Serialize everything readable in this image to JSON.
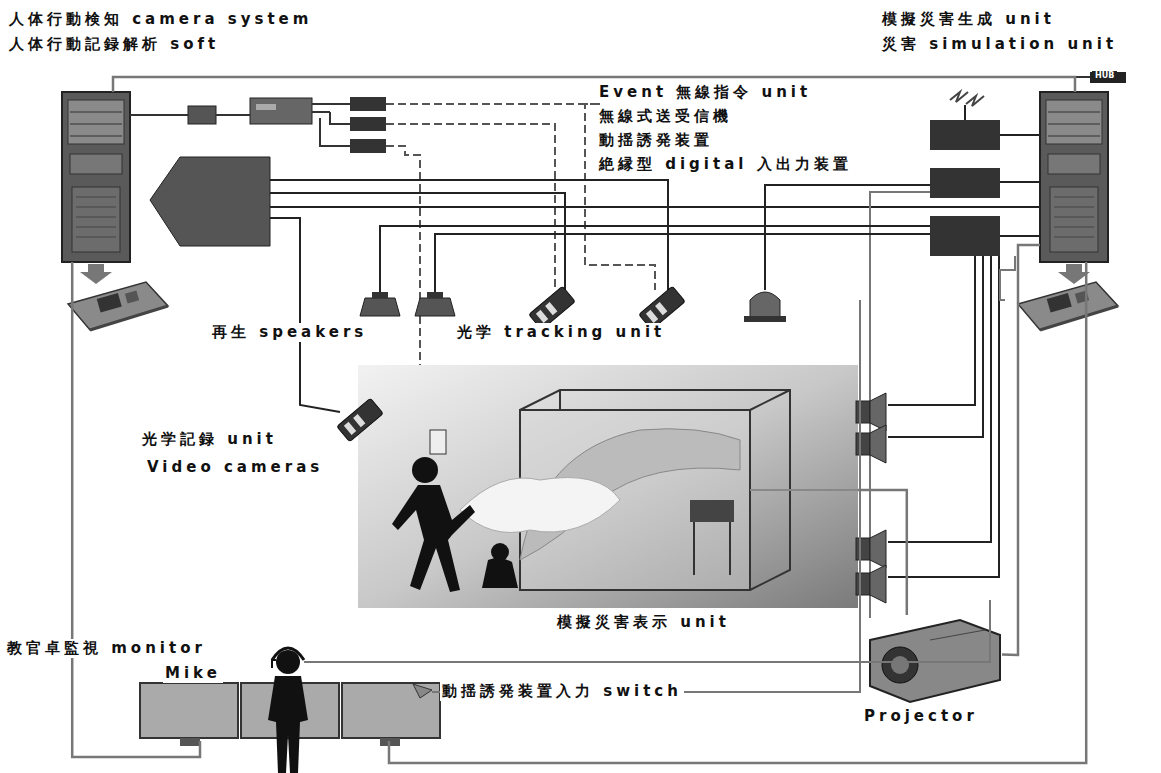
{
  "diagram": {
    "nodes": [
      {
        "text": [
          "人体行動検知 camera system",
          "人体行動記録解析 soft"
        ]
      },
      {
        "text": [
          "模擬災害生成 unit",
          "災害 simulation unit"
        ]
      },
      {
        "text": [
          "Projector"
        ]
      },
      {
        "text": [
          "模擬災害表示 unit"
        ]
      },
      {
        "text": [
          "教官卓監視 monitor"
        ]
      }
    ],
    "edges": [
      {
        "from": 0,
        "to": 1,
        "arrow": "none"
      },
      {
        "from": 1,
        "to": 2,
        "arrow": "none"
      },
      {
        "from": 2,
        "to": 3,
        "arrow": "none"
      },
      {
        "from": 0,
        "to": 4,
        "arrow": "none"
      },
      {
        "from": 1,
        "to": 4,
        "arrow": "none"
      }
    ],
    "labels": [
      "HUB",
      "Event 無線指令 unit",
      "無線式送受信機",
      "動揺誘発装置",
      "絶縁型 digital 入出力装置",
      "再生 speakers",
      "光学 tracking unit",
      "光学記録 unit",
      "Video cameras",
      "Mike",
      "動揺誘発装置入力 switch"
    ]
  }
}
